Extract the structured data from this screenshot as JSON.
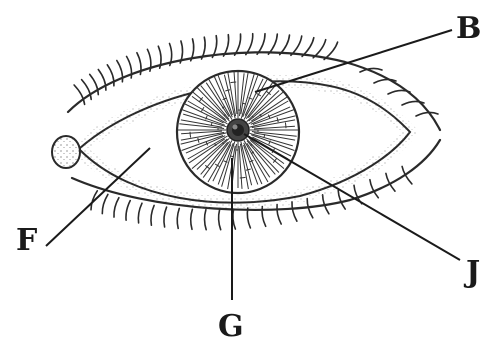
{
  "labels": {
    "B": "B",
    "F": "F",
    "G": "G",
    "J": "J"
  }
}
